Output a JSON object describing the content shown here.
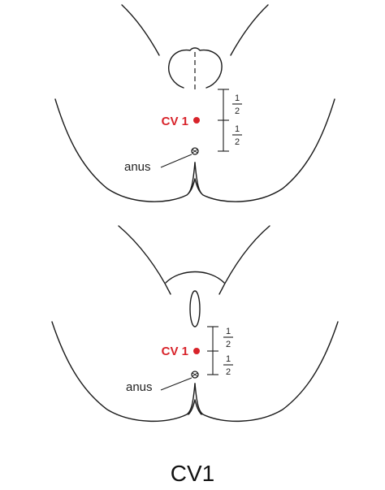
{
  "colors": {
    "point": "#d8232a",
    "line": "#1a1a1a"
  },
  "upper_figure": {
    "point_label": "CV 1",
    "anus_label": "anus",
    "fraction_top": {
      "numerator": "1",
      "denominator": "2"
    },
    "fraction_bottom": {
      "numerator": "1",
      "denominator": "2"
    }
  },
  "lower_figure": {
    "point_label": "CV 1",
    "anus_label": "anus",
    "fraction_top": {
      "numerator": "1",
      "denominator": "2"
    },
    "fraction_bottom": {
      "numerator": "1",
      "denominator": "2"
    }
  },
  "caption": "CV1"
}
